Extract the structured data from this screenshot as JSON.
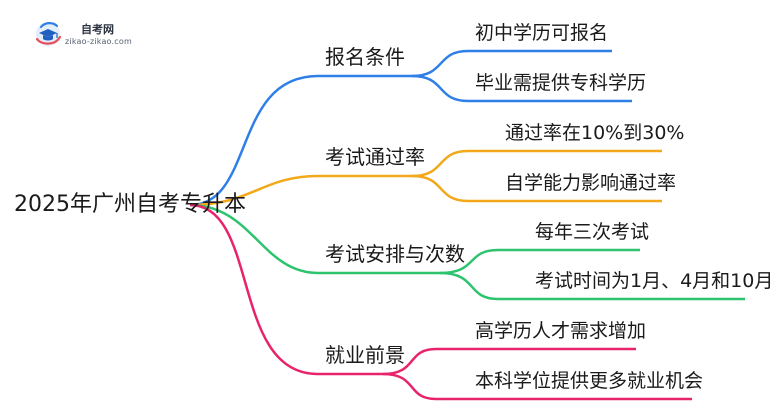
{
  "logo": {
    "title": "自考网",
    "url": "zikao-zikao.com"
  },
  "root": "2025年广州自考专升本",
  "colors": {
    "blue": "#2f7fe8",
    "orange": "#f2a818",
    "green": "#2ec36e",
    "pink": "#e8236b"
  },
  "branches": [
    {
      "label": "报名条件",
      "color": "blue",
      "children": [
        "初中学历可报名",
        "毕业需提供专科学历"
      ]
    },
    {
      "label": "考试通过率",
      "color": "orange",
      "children": [
        "通过率在10%到30%",
        "自学能力影响通过率"
      ]
    },
    {
      "label": "考试安排与次数",
      "color": "green",
      "children": [
        "每年三次考试",
        "考试时间为1月、4月和10月"
      ]
    },
    {
      "label": "就业前景",
      "color": "pink",
      "children": [
        "高学历人才需求增加",
        "本科学位提供更多就业机会"
      ]
    }
  ]
}
